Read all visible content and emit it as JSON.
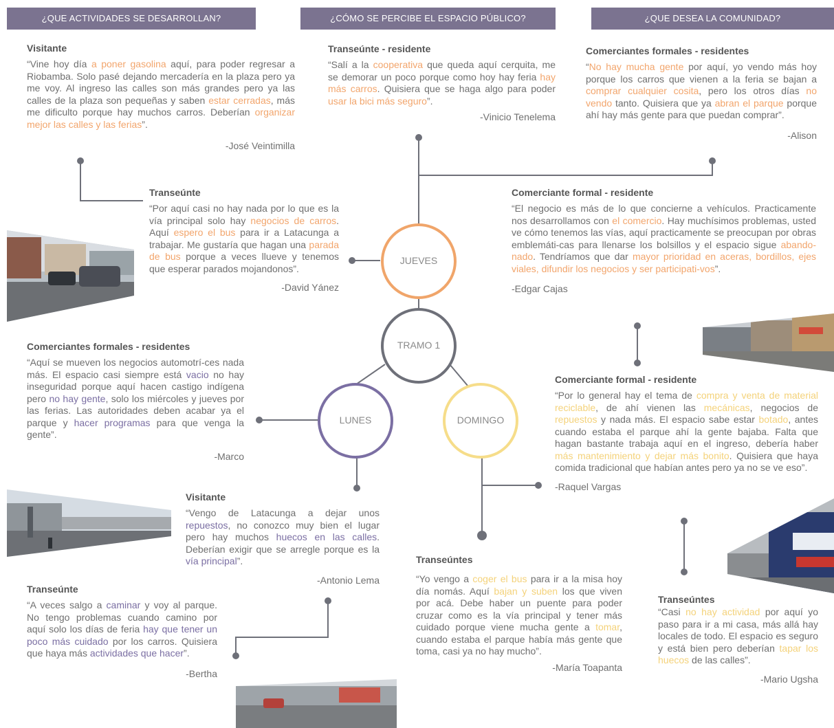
{
  "headers": [
    "¿QUE ACTIVIDADES SE DESARROLLAN?",
    "¿CÓMO SE PERCIBE EL ESPACIO PÚBLICO?",
    "¿QUE DESEA LA COMUNIDAD?"
  ],
  "nodes": {
    "jueves": "JUEVES",
    "tramo": "TRAMO 1",
    "lunes": "LUNES",
    "domingo": "DOMINGO"
  },
  "colors": {
    "header_bg": "#7b7390",
    "orange": "#f2a56c",
    "yellow": "#f4d27a",
    "purple": "#7b6fa3",
    "gray": "#6e7079"
  },
  "testimonies": [
    {
      "id": "visitante-1",
      "name": "Visitante",
      "quote": [
        [
          "“Vine hoy día ",
          ""
        ],
        [
          "a poner gasolina",
          "o"
        ],
        [
          " aquí, para poder regresar a Riobamba. Solo pasé dejando mercadería en la plaza pero ya me voy. Al ingreso las calles son más grandes pero ya las calles de la plaza son pequeñas y saben ",
          ""
        ],
        [
          "estar cerradas",
          "o"
        ],
        [
          ", más me dificulto porque hay muchos carros. Deberían ",
          ""
        ],
        [
          "organizar mejor las calles y las ferias",
          "o"
        ],
        [
          "”.",
          ""
        ]
      ],
      "signature": "-José Veintimilla"
    },
    {
      "id": "transeunte-1",
      "name": "Transeúnte",
      "quote": [
        [
          "“Por aquí casi no hay nada por lo que es la vía principal solo hay ",
          ""
        ],
        [
          "negocios de carros",
          "o"
        ],
        [
          ". Aquí ",
          ""
        ],
        [
          "espero el bus",
          "o"
        ],
        [
          " para ir a Latacunga a trabajar. Me gustaría que hagan una ",
          ""
        ],
        [
          "parada de bus",
          "o"
        ],
        [
          " porque a veces llueve y tenemos que esperar parados mojandonos”.",
          ""
        ]
      ],
      "signature": "-David Yánez"
    },
    {
      "id": "comerciantes-1",
      "name": "Comerciantes formales - residentes",
      "quote": [
        [
          "“Aquí se mueven los negocios automotrí-ces nada más. El espacio casi siempre está ",
          ""
        ],
        [
          "vacio",
          "p"
        ],
        [
          " no hay inseguridad porque aquí hacen castigo indígena pero ",
          ""
        ],
        [
          "no hay gente",
          "p"
        ],
        [
          ", solo los miércoles y jueves por las ferias. Las autoridades deben acabar ya el parque y ",
          ""
        ],
        [
          "hacer programas",
          "p"
        ],
        [
          " para que venga la gente”.",
          ""
        ]
      ],
      "signature": "-Marco"
    },
    {
      "id": "visitante-2",
      "name": "Visitante",
      "quote": [
        [
          "“Vengo de Latacunga a dejar unos ",
          ""
        ],
        [
          "repuestos",
          "p"
        ],
        [
          ", no conozco muy bien el lugar pero hay muchos ",
          ""
        ],
        [
          "huecos en las calles",
          "p"
        ],
        [
          ". Deberían exigir que se arregle porque es la ",
          ""
        ],
        [
          "vía principal",
          "p"
        ],
        [
          "”.",
          ""
        ]
      ],
      "signature": "-Antonio Lema"
    },
    {
      "id": "transeunte-2",
      "name": "Transeúnte",
      "quote": [
        [
          "“A veces salgo a ",
          ""
        ],
        [
          "caminar",
          "p"
        ],
        [
          " y voy al parque. No tengo problemas cuando camino por aquí solo los días de feria ",
          ""
        ],
        [
          "hay que tener un poco más cuidado",
          "p"
        ],
        [
          " por los carros. Quisiera que haya más ",
          ""
        ],
        [
          "actividades que hacer",
          "p"
        ],
        [
          "”.",
          ""
        ]
      ],
      "signature": "-Bertha"
    },
    {
      "id": "transeunte-residente",
      "name": "Transeúnte - residente",
      "quote": [
        [
          "“Salí a la ",
          ""
        ],
        [
          "cooperativa",
          "o"
        ],
        [
          " que queda aquí cerquita, me se demorar un poco porque como hoy hay feria ",
          ""
        ],
        [
          "hay más carros",
          "o"
        ],
        [
          ". Quisiera que se haga algo para poder ",
          ""
        ],
        [
          "usar la bici más seguro",
          "o"
        ],
        [
          "”.",
          ""
        ]
      ],
      "signature": "-Vinicio Tenelema"
    },
    {
      "id": "comerciantes-2",
      "name": "Comerciantes formales - residentes",
      "quote": [
        [
          "“",
          ""
        ],
        [
          "No hay mucha gente",
          "o"
        ],
        [
          " por aquí, yo vendo más hoy porque los carros que vienen a la feria se bajan a ",
          ""
        ],
        [
          "comprar cualquier cosita",
          "o"
        ],
        [
          ", pero los otros días ",
          ""
        ],
        [
          "no vendo",
          "o"
        ],
        [
          " tanto. Quisiera que ya ",
          ""
        ],
        [
          "abran el parque",
          "o"
        ],
        [
          " porque ahí hay más gente para que puedan comprar”.",
          ""
        ]
      ],
      "signature": "-Alison"
    },
    {
      "id": "comerciante-1",
      "name": "Comerciante formal - residente",
      "quote": [
        [
          "“El negocio es más de lo que concierne a vehículos. Practicamente nos desarrollamos con ",
          ""
        ],
        [
          "el comercio",
          "o"
        ],
        [
          ". Hay muchísimos problemas, usted ve cómo tenemos las vías, aquí practicamente se preocupan por obras emblemáti-cas para llenarse los bolsillos y el espacio sigue ",
          ""
        ],
        [
          "abando-nado",
          "o"
        ],
        [
          ". Tendríamos que dar ",
          ""
        ],
        [
          "mayor prioridad en aceras, bordillos, ejes viales, difundir los negocios y ser participati-vos",
          "o"
        ],
        [
          "”.",
          ""
        ]
      ],
      "signature": "-Edgar Cajas"
    },
    {
      "id": "comerciante-2",
      "name": "Comerciante formal - residente",
      "quote": [
        [
          "“Por lo general hay el tema de ",
          ""
        ],
        [
          "compra y venta de material reciclable",
          "y"
        ],
        [
          ", de ahí vienen las ",
          ""
        ],
        [
          "mecánicas",
          "y"
        ],
        [
          ", negocios de ",
          ""
        ],
        [
          "repuestos",
          "y"
        ],
        [
          " y nada más. El espacio sabe estar ",
          ""
        ],
        [
          "botado",
          "y"
        ],
        [
          ", antes cuando estaba el parque ahí la gente bajaba. Falta que hagan bastante trabaja aquí en el ingreso, debería haber ",
          ""
        ],
        [
          "más mantenimiento y dejar más bonito",
          "y"
        ],
        [
          ". Quisiera que haya comida tradicional que habían antes pero ya no se ve eso”.",
          ""
        ]
      ],
      "signature": "-Raquel Vargas"
    },
    {
      "id": "transeuntes-1",
      "name": "Transeúntes",
      "quote": [
        [
          "“Yo vengo a ",
          ""
        ],
        [
          "coger el bus",
          "y"
        ],
        [
          " para ir a la misa hoy día nomás. Aquí ",
          ""
        ],
        [
          "bajan y suben",
          "y"
        ],
        [
          " los que viven por acá. Debe haber un puente para poder cruzar como es la vía principal y tener  más cuidado porque viene mucha gente a ",
          ""
        ],
        [
          "tomar",
          "y"
        ],
        [
          ", cuando estaba el parque había más gente que toma, casi ya no hay mucho”.",
          ""
        ]
      ],
      "signature": "-María Toapanta"
    },
    {
      "id": "transeuntes-2",
      "name": "Transeúntes",
      "quote": [
        [
          "“Casi ",
          ""
        ],
        [
          "no hay actividad",
          "y"
        ],
        [
          " por aquí yo paso para ir a mi casa, más allá hay locales de todo. El espacio es seguro y está bien pero deberían ",
          ""
        ],
        [
          "tapar los huecos",
          "y"
        ],
        [
          " de las calles”.",
          ""
        ]
      ],
      "signature": "-Mario Ugsha"
    }
  ]
}
